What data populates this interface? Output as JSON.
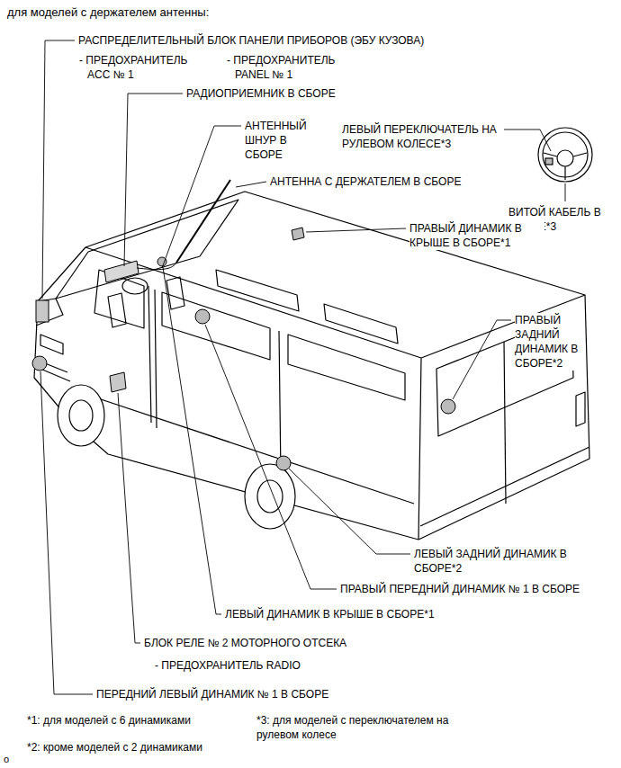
{
  "diagram": {
    "title": "для моделей с держателем антенны:",
    "labels": [
      "РАСПРЕДЕЛИТЕЛЬНЫЙ БЛОК ПАНЕЛИ ПРИБОРОВ (ЭБУ КУЗОВА)",
      "- ПРЕДОХРАНИТЕЛЬ ACC № 1",
      "- ПРЕДОХРАНИТЕЛЬ PANEL № 1",
      "РАДИОПРИЕМНИК В СБОРЕ",
      "АНТЕННЫЙ ШНУР В СБОРЕ",
      "ЛЕВЫЙ ПЕРЕКЛЮЧАТЕЛЬ НА РУЛЕВОМ КОЛЕСЕ*3",
      "АНТЕННА С ДЕРЖАТЕЛЕМ В СБОРЕ",
      "ВИТОЙ КАБЕЛЬ В СБОРЕ*3",
      "ПРАВЫЙ ДИНАМИК В КРЫШЕ В СБОРЕ*1",
      "ПРАВЫЙ ЗАДНИЙ ДИНАМИК В СБОРЕ*2",
      "ЛЕВЫЙ ЗАДНИЙ ДИНАМИК В СБОРЕ*2",
      "ПРАВЫЙ ПЕРЕДНИЙ ДИНАМИК № 1 В СБОРЕ",
      "ЛЕВЫЙ ДИНАМИК В КРЫШЕ В СБОРЕ*1",
      "БЛОК РЕЛЕ № 2 МОТОРНОГО ОТСЕКА",
      "- ПРЕДОХРАНИТЕЛЬ RADIO",
      "ПЕРЕДНИЙ ЛЕВЫЙ ДИНАМИК № 1 В СБОРЕ",
      "*1: для моделей с 6 динамиками",
      "*3: для моделей с переключателем на рулевом колесе",
      "*2: кроме моделей с 2 динамиками",
      "o"
    ]
  }
}
